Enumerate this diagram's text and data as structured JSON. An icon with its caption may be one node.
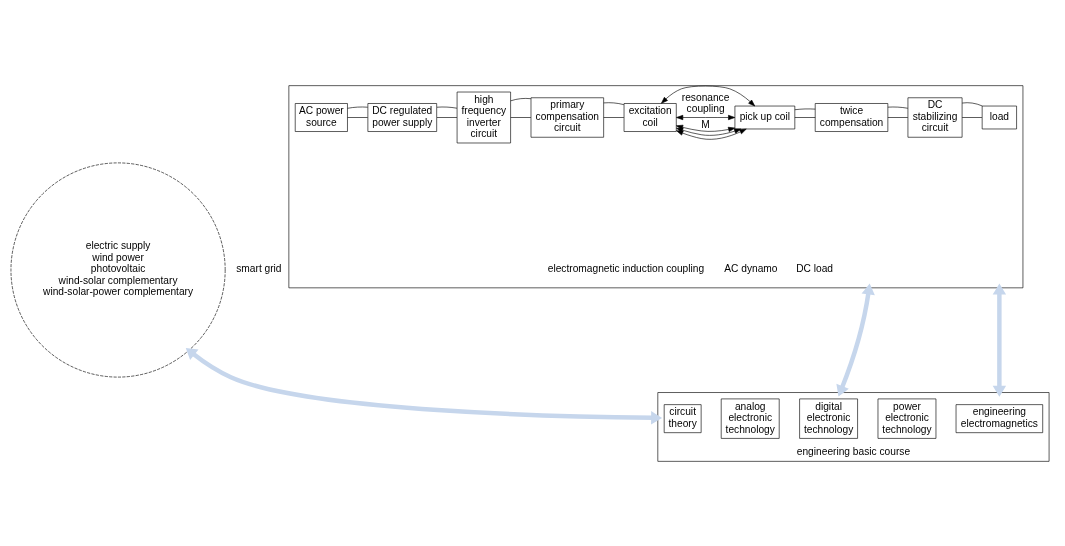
{
  "diagram": {
    "nodes": [
      {
        "text": [],
        "shape": "box"
      },
      {
        "text": [
          "AC power source"
        ],
        "in": 0
      },
      {
        "text": [
          "DC regulated power supply"
        ],
        "in": 0
      },
      {
        "text": [
          "high frequency inverter circuit"
        ],
        "in": 0
      },
      {
        "text": [
          "primary compensation circuit"
        ],
        "in": 0
      },
      {
        "text": [
          "excitation coil"
        ],
        "in": 0
      },
      {
        "text": [
          "pick up coil"
        ],
        "in": 0
      },
      {
        "text": [
          "twice compensation"
        ],
        "in": 0
      },
      {
        "text": [
          "DC stabilizing circuit"
        ],
        "in": 0
      },
      {
        "text": [
          "load"
        ],
        "in": 0
      },
      {
        "text": [
          "electric supply",
          "wind power",
          "photovoltaic",
          "wind-solar complementary",
          "wind-solar-power complementary"
        ],
        "beside": [
          "smart grid"
        ]
      },
      {
        "text": [
          "engineering basic course"
        ]
      },
      {
        "text": [
          "circuit theory"
        ],
        "in": 11
      },
      {
        "text": [
          "analog electronic technology"
        ],
        "in": 11
      },
      {
        "text": [
          "digital electronic technology"
        ],
        "in": 11
      },
      {
        "text": [
          "power electronic technology"
        ],
        "in": 11
      },
      {
        "text": [
          "engineering electromagnetics"
        ],
        "in": 11
      }
    ],
    "edges": [
      {
        "from": 1,
        "to": 2,
        "arrow": "none"
      },
      {
        "from": 1,
        "to": 2,
        "arrow": "none"
      },
      {
        "from": 2,
        "to": 3,
        "arrow": "none"
      },
      {
        "from": 2,
        "to": 3,
        "arrow": "none"
      },
      {
        "from": 3,
        "to": 4,
        "arrow": "none"
      },
      {
        "from": 3,
        "to": 4,
        "arrow": "none"
      },
      {
        "from": 4,
        "to": 5,
        "arrow": "none"
      },
      {
        "from": 4,
        "to": 5,
        "arrow": "none"
      },
      {
        "from": 5,
        "to": 6,
        "arrow": "both",
        "label": "resonance coupling"
      },
      {
        "from": 5,
        "to": 6,
        "arrow": "both"
      },
      {
        "from": 5,
        "to": 6,
        "arrow": "both"
      },
      {
        "from": 5,
        "to": 6,
        "arrow": "both"
      },
      {
        "from": 5,
        "to": 6,
        "arrow": "both",
        "label": "M"
      },
      {
        "from": 6,
        "to": 7,
        "arrow": "none"
      },
      {
        "from": 6,
        "to": 7,
        "arrow": "none"
      },
      {
        "from": 7,
        "to": 8,
        "arrow": "none"
      },
      {
        "from": 7,
        "to": 8,
        "arrow": "none"
      },
      {
        "from": 8,
        "to": 9,
        "arrow": "none"
      },
      {
        "from": 8,
        "to": 9,
        "arrow": "none"
      },
      {
        "from": 10,
        "to": 11,
        "arrow": "both",
        "style": "thick",
        "color": "#c6d6ec"
      },
      {
        "from": 0,
        "to": 11,
        "arrow": "both",
        "style": "thick",
        "color": "#c6d6ec"
      },
      {
        "from": 0,
        "to": 11,
        "arrow": "both",
        "style": "thick",
        "color": "#c6d6ec"
      }
    ],
    "labels": [
      "electromagnetic induction coupling",
      "AC dynamo",
      "DC load"
    ]
  }
}
